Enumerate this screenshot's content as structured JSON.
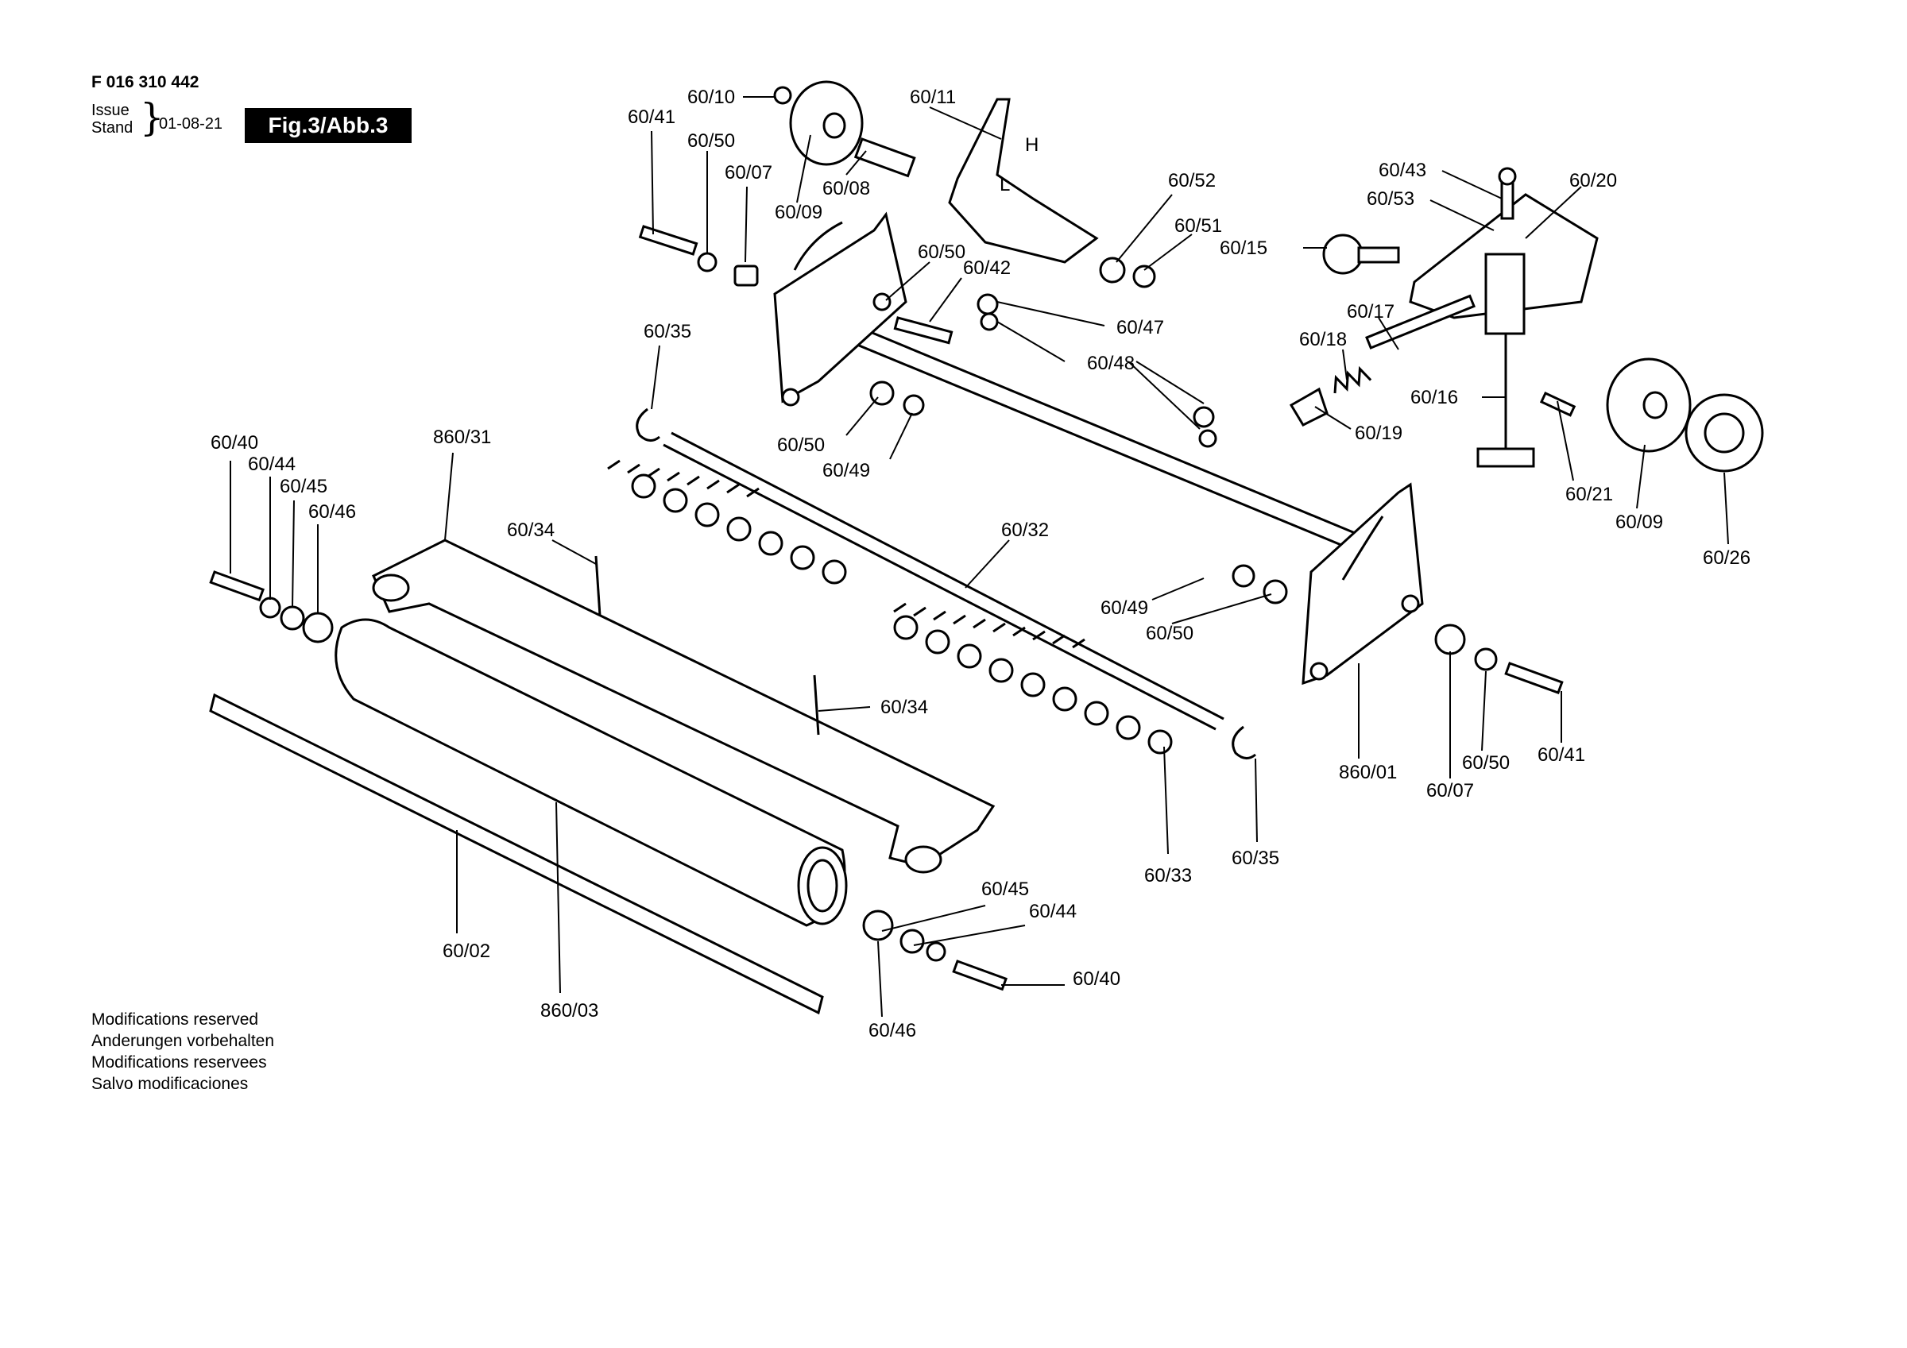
{
  "header": {
    "doc_number": "F 016 310 442",
    "issue_label": "Issue",
    "stand_label": "Stand",
    "date": "01-08-21",
    "figure": "Fig.3/Abb.3"
  },
  "footer": {
    "modifications": [
      "Modifications reserved",
      "Anderungen vorbehalten",
      "Modifications reservees",
      "Salvo modificaciones"
    ]
  },
  "callouts": [
    "60/10",
    "60/41",
    "60/50",
    "60/07",
    "60/09",
    "60/08",
    "60/11",
    "60/52",
    "60/51",
    "60/50",
    "60/42",
    "60/47",
    "60/48",
    "60/35",
    "60/50",
    "60/49",
    "60/43",
    "60/53",
    "60/20",
    "60/15",
    "60/17",
    "60/18",
    "60/16",
    "60/19",
    "60/21",
    "60/09",
    "60/26",
    "60/40",
    "60/44",
    "60/45",
    "60/46",
    "860/31",
    "60/34",
    "60/32",
    "60/49",
    "60/50",
    "60/34",
    "860/01",
    "60/07",
    "60/50",
    "60/41",
    "60/33",
    "60/35",
    "60/45",
    "60/44",
    "60/40",
    "60/02",
    "860/03",
    "60/46"
  ]
}
